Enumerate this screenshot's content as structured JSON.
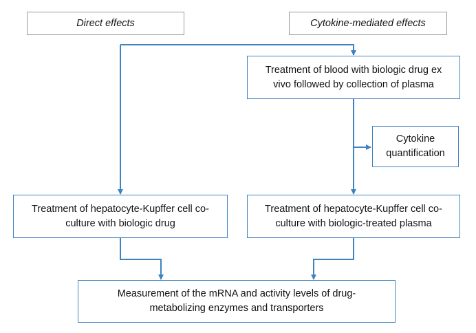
{
  "labels": {
    "direct": "Direct effects",
    "cytokine_mediated": "Cytokine-mediated effects"
  },
  "steps": {
    "blood_treatment": "Treatment of blood with biologic drug ex vivo followed by collection  of plasma",
    "cytokine_quant": "Cytokine quantification",
    "coculture_drug": "Treatment of hepatocyte-Kupffer cell co-culture with biologic drug",
    "coculture_plasma": "Treatment of hepatocyte-Kupffer cell co-culture with biologic-treated plasma",
    "measurement": "Measurement of the mRNA and activity levels of drug-metabolizing enzymes and transporters"
  },
  "colors": {
    "box_border": "#3e82c0",
    "arrow": "#3e82c0",
    "label_border": "#9a9a9a"
  }
}
